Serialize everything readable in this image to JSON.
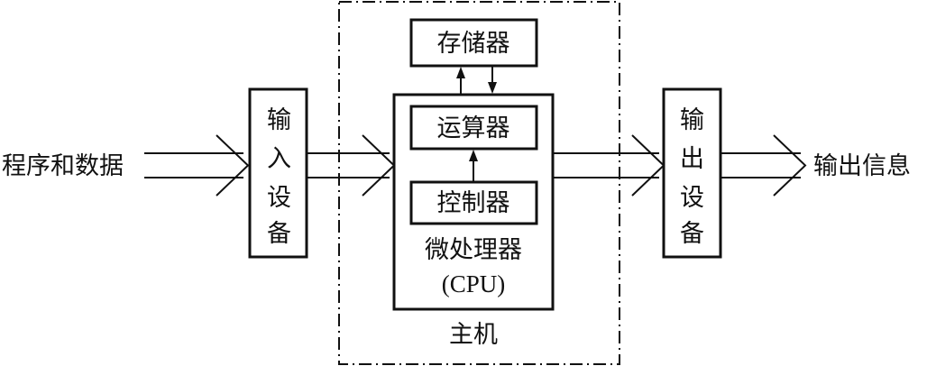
{
  "input_label": "程序和数据",
  "input_device": [
    "输",
    "入",
    "设",
    "备"
  ],
  "host": {
    "label": "主机",
    "memory": "存储器",
    "microprocessor": {
      "alu": "运算器",
      "controller": "控制器",
      "name": "微处理器",
      "abbr": "(CPU)"
    }
  },
  "output_device": [
    "输",
    "出",
    "设",
    "备"
  ],
  "output_label": "输出信息",
  "colors": {
    "stroke": "#111111",
    "background": "#ffffff"
  }
}
